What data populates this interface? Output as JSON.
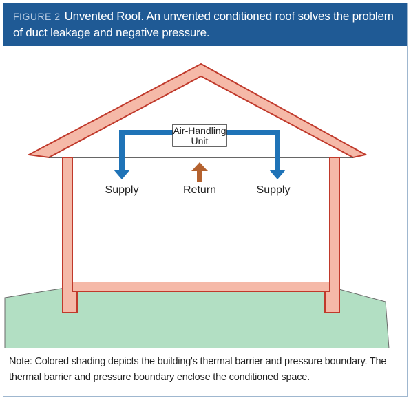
{
  "header": {
    "figure_label": "FIGURE 2",
    "title": "Unvented Roof. An unvented conditioned roof solves the problem of duct leakage and negative pressure."
  },
  "diagram": {
    "unit_label_line1": "Air-Handling",
    "unit_label_line2": "Unit",
    "supply_left_label": "Supply",
    "return_label": "Return",
    "supply_right_label": "Supply",
    "colors": {
      "wall": "#f5b9a8",
      "wall_outline": "#c0392b",
      "ground": "#b2dfc3",
      "duct": "#1f73b7",
      "return_arrow": "#b4622f",
      "header_bg": "#1f5a95"
    }
  },
  "note": {
    "text": "Note: Colored shading depicts the building's thermal barrier and pressure boundary. The thermal barrier and pressure boundary enclose the conditioned space."
  }
}
